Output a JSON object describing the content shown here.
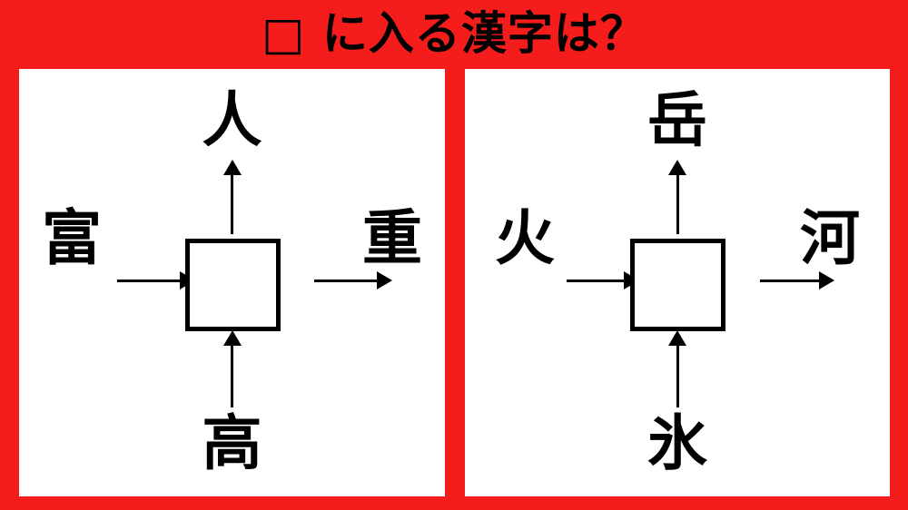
{
  "header": {
    "question": "□ に入る漢字は？",
    "background_color": "#f51c1c",
    "text_color": "#000000"
  },
  "panels": [
    {
      "id": "puzzle-left",
      "center": "",
      "center_placeholder": "□",
      "top": "人",
      "bottom": "高",
      "left": "富",
      "right": "重"
    },
    {
      "id": "puzzle-right",
      "center": "",
      "center_placeholder": "□",
      "top": "岳",
      "bottom": "氷",
      "left": "火",
      "right": "河"
    }
  ],
  "style": {
    "panel_background": "#ffffff",
    "stroke_color": "#000000"
  }
}
